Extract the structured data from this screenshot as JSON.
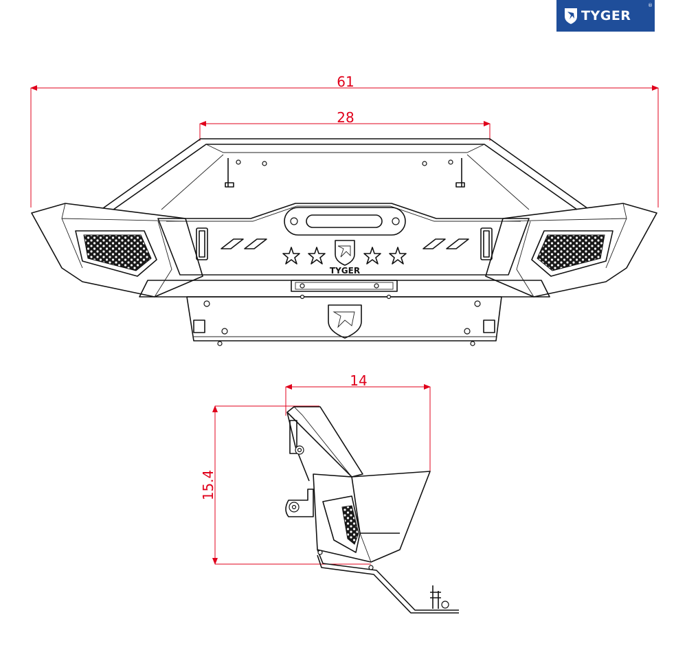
{
  "brand": {
    "name": "TYGER",
    "mark": "®",
    "bg_color": "#1f4e9a"
  },
  "front_view": {
    "dim_overall_width": "61",
    "dim_inner_width": "28",
    "plate_text": "TYGER"
  },
  "side_view": {
    "dim_depth": "14",
    "dim_height": "15.4"
  },
  "colors": {
    "dimension": "#e0001b",
    "line": "#111111"
  }
}
